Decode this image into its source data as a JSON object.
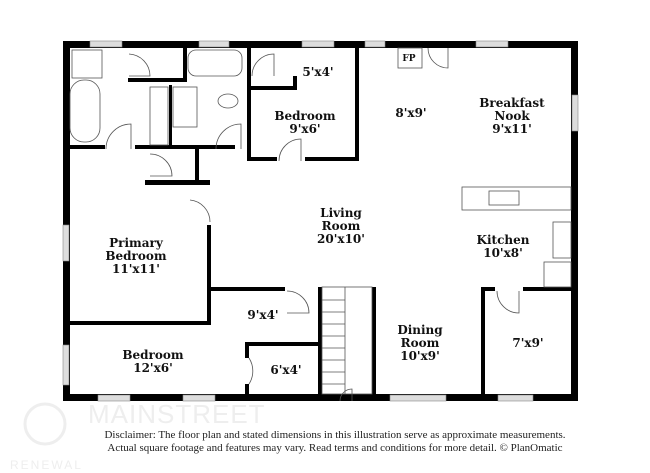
{
  "rooms": {
    "breakfast_nook": {
      "name_line1": "Breakfast",
      "name_line2": "Nook",
      "size": "9'x11'"
    },
    "nook_area": {
      "size": "8'x9'"
    },
    "closet_top": {
      "size": "5'x4'"
    },
    "bedroom_small": {
      "name": "Bedroom",
      "size": "9'x6'"
    },
    "living_room": {
      "name_line1": "Living",
      "name_line2": "Room",
      "size": "20'x10'"
    },
    "primary_bedroom": {
      "name_line1": "Primary",
      "name_line2": "Bedroom",
      "size": "11'x11'"
    },
    "kitchen": {
      "name": "Kitchen",
      "size": "10'x8'"
    },
    "hall": {
      "size": "9'x4'"
    },
    "dining_room": {
      "name_line1": "Dining",
      "name_line2": "Room",
      "size": "10'x9'"
    },
    "room_7x9": {
      "size": "7'x9'"
    },
    "bedroom_bottom": {
      "name": "Bedroom",
      "size": "12'x6'"
    },
    "closet_bottom": {
      "size": "6'x4'"
    }
  },
  "fireplace_label": "FP",
  "watermark": {
    "line1": "MAINSTREET",
    "line2": "RENEWAL"
  },
  "disclaimer": {
    "line1": "Disclaimer: The floor plan and stated dimensions in this illustration serve as approximate measurements.",
    "line2": "Actual square footage and features may vary. Read terms and conditions for more detail. © PlanOmatic"
  },
  "colors": {
    "wall": "#000000",
    "window": "#d9d9d9",
    "background": "#ffffff"
  }
}
